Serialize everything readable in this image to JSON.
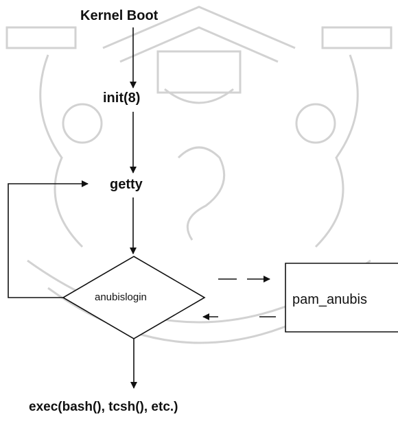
{
  "diagram": {
    "title": "Kernel Boot",
    "nodes": {
      "init": "init(8)",
      "getty": "getty",
      "decision": "anubislogin",
      "module": "pam_anubis",
      "exec": "exec(bash(), tcsh(), etc.)"
    },
    "edges": [
      {
        "from": "Kernel Boot",
        "to": "init(8)"
      },
      {
        "from": "init(8)",
        "to": "getty"
      },
      {
        "from": "getty",
        "to": "anubislogin"
      },
      {
        "from": "anubislogin",
        "to": "pam_anubis"
      },
      {
        "from": "pam_anubis",
        "to": "anubislogin"
      },
      {
        "from": "anubislogin",
        "to": "getty"
      },
      {
        "from": "anubislogin",
        "to": "exec(bash(), tcsh(), etc.)"
      }
    ],
    "watermark": "university seal (decorative)",
    "colors": {
      "line": "#111111",
      "watermark": "#cfcfcf",
      "background": "#ffffff"
    }
  }
}
